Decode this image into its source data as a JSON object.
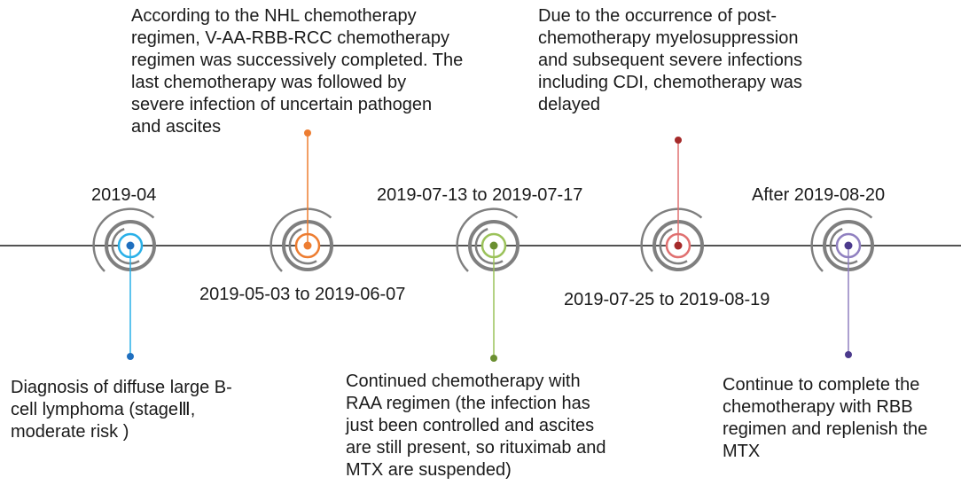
{
  "colors": {
    "axis": "#1a1a1a",
    "ring": "#7f7f7f"
  },
  "events": [
    {
      "date": "2019-04",
      "color": "#1f6fbf",
      "inner_color": "#29b0e8",
      "connector": "down",
      "description": [
        "Diagnosis of diffuse large B-",
        "cell lymphoma (stageⅢ,",
        "moderate risk )"
      ]
    },
    {
      "date": "2019-05-03 to 2019-06-07",
      "color": "#ed7d31",
      "inner_color": "#ed7d31",
      "connector": "up",
      "description": [
        "According to the NHL chemotherapy",
        "regimen, V-AA-RBB-RCC chemotherapy",
        "regimen was successively completed. The",
        "last chemotherapy was followed by",
        "severe infection of uncertain pathogen",
        "and ascites"
      ]
    },
    {
      "date": "2019-07-13 to 2019-07-17",
      "color": "#6a8f30",
      "inner_color": "#9bc25a",
      "connector": "down",
      "description": [
        "Continued chemotherapy with",
        "RAA regimen (the infection has",
        "just been controlled and ascites",
        "are still present,  so rituximab and",
        "MTX are suspended)"
      ]
    },
    {
      "date": "2019-07-25 to 2019-08-19",
      "color": "#a52a2a",
      "inner_color": "#e07070",
      "connector": "up",
      "description": [
        "Due to the occurrence of post-",
        "chemotherapy myelosuppression",
        "and subsequent severe infections",
        "including CDI, chemotherapy was",
        "delayed"
      ]
    },
    {
      "date": "After 2019-08-20",
      "color": "#4b3a8c",
      "inner_color": "#9080c0",
      "connector": "down",
      "description": [
        "Continue to complete the",
        "chemotherapy with RBB",
        "regimen and replenish the",
        "MTX"
      ]
    }
  ]
}
